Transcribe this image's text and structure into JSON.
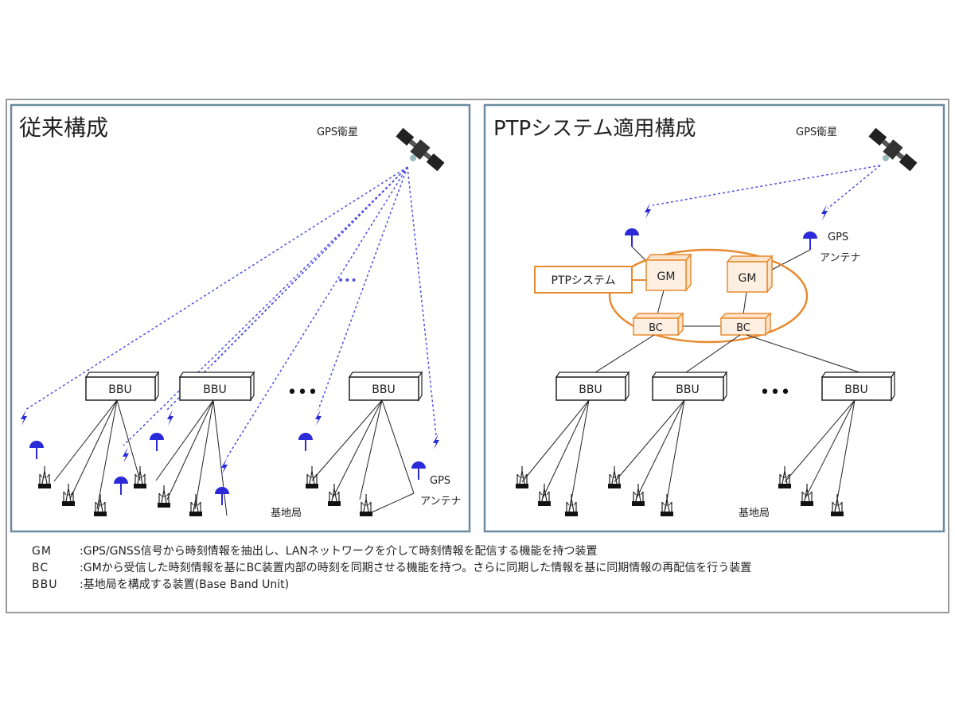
{
  "left_panel": {
    "title": "従来構成",
    "satellite_label": "GPS衛星",
    "bbu_label": "BBU",
    "dots": "•••",
    "small_dots": "•••",
    "antenna_label_1": "GPS",
    "antenna_label_2": "アンテナ",
    "base_station_label": "基地局"
  },
  "right_panel": {
    "title": "PTPシステム適用構成",
    "satellite_label": "GPS衛星",
    "antenna_label_1": "GPS",
    "antenna_label_2": "アンテナ",
    "ptp_system_label": "PTPシステム",
    "gm_label": "GM",
    "bc_label": "BC",
    "bbu_label": "BBU",
    "dots": "•••",
    "base_station_label": "基地局"
  },
  "colors": {
    "frame": "#6b8aa0",
    "outer_frame": "#9a9a9a",
    "signal": "#5050e0",
    "antenna": "#2a2ad8",
    "ptp": "#e88a2e",
    "ptp_fill": "#fbe3cc",
    "line": "#222222"
  },
  "legend": [
    {
      "term": "GM",
      "desc": ":GPS/GNSS信号から時刻情報を抽出し、LANネットワークを介して時刻情報を配信する機能を持つ装置"
    },
    {
      "term": "BC",
      "desc": ":GMから受信した時刻情報を基にBC装置内部の時刻を同期させる機能を持つ。さらに同期した情報を基に同期情報の再配信を行う装置"
    },
    {
      "term": "BBU",
      "desc": ":基地局を構成する装置(Base Band Unit)"
    }
  ]
}
